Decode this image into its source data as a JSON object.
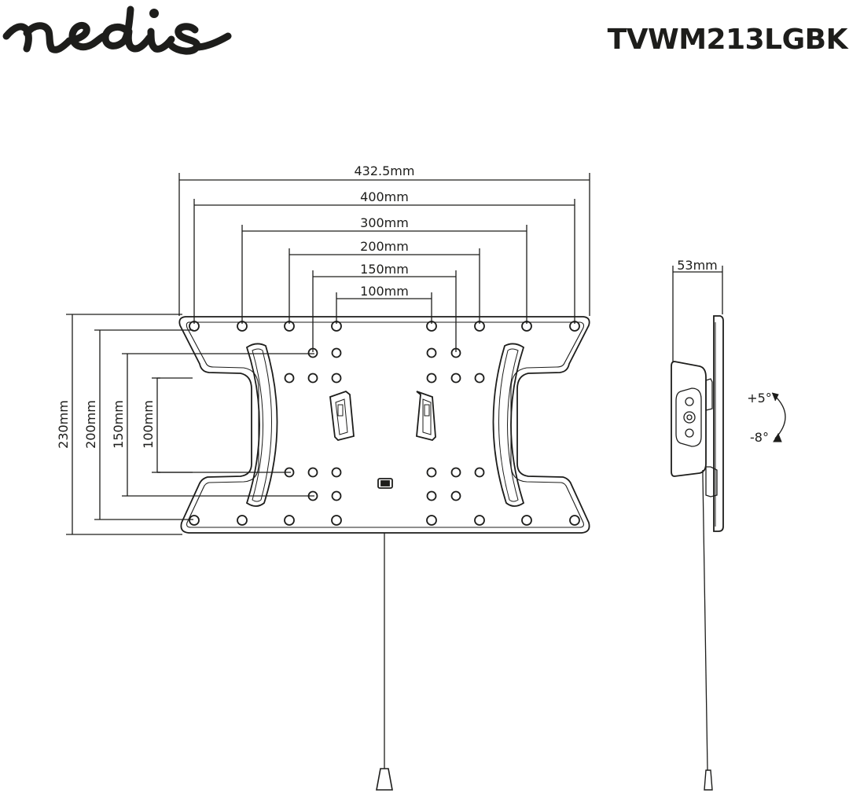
{
  "brand": {
    "logo_text": "nedis",
    "color": "#1d1d1b"
  },
  "model_number": "TVWM213LGBK",
  "front_view": {
    "width_dimensions": [
      "432.5mm",
      "400mm",
      "300mm",
      "200mm",
      "150mm",
      "100mm"
    ],
    "height_dimensions": [
      "230mm",
      "200mm",
      "150mm",
      "100mm"
    ]
  },
  "side_view": {
    "depth": "53mm",
    "tilt_up": "+5°",
    "tilt_down": "-8°"
  },
  "colors": {
    "line": "#1d1d1b",
    "background": "#ffffff"
  }
}
